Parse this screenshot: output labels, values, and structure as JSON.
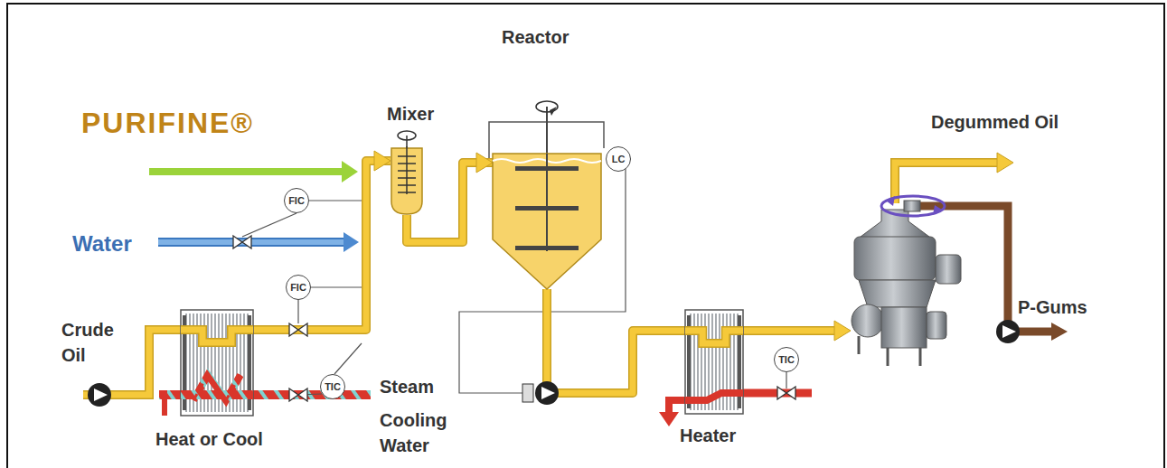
{
  "diagram": {
    "nodes": [
      {
        "text": [
          "Mixer"
        ]
      },
      {
        "text": [
          "Reactor"
        ]
      },
      {
        "text": [
          "LC"
        ]
      },
      {
        "text": [
          "FIC"
        ]
      },
      {
        "text": [
          "FIC"
        ]
      },
      {
        "text": [
          "TIC"
        ]
      },
      {
        "text": [
          "Heat or Cool"
        ]
      },
      {
        "text": [
          "Heater"
        ]
      },
      {
        "text": [
          "TIC"
        ]
      }
    ],
    "edges": [
      {
        "from": 6,
        "to": 0,
        "arrow": "to"
      },
      {
        "from": 0,
        "to": 1,
        "arrow": "to"
      },
      {
        "from": 1,
        "to": 7,
        "arrow": "none"
      }
    ],
    "labels": [
      "PURIFINE®",
      "Water",
      "Crude Oil",
      "Steam",
      "Cooling Water",
      "Degummed Oil",
      "P-Gums"
    ]
  }
}
